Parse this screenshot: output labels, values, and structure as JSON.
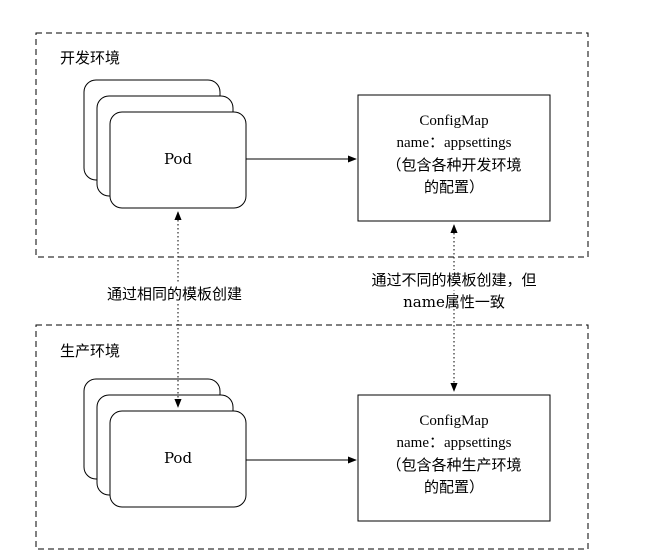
{
  "dev": {
    "env_label": "开发环境",
    "pod_label": "Pod",
    "configmap": {
      "title": "ConfigMap",
      "name_line": "name：appsettings",
      "desc_line1": "（包含各种开发环境",
      "desc_line2": "的配置）"
    }
  },
  "prod": {
    "env_label": "生产环境",
    "pod_label": "Pod",
    "configmap": {
      "title": "ConfigMap",
      "name_line": "name：appsettings",
      "desc_line1": "（包含各种生产环境",
      "desc_line2": "的配置）"
    }
  },
  "annotations": {
    "same_template": "通过相同的模板创建",
    "different_template_line1": "通过不同的模板创建，但",
    "different_template_line2": "name属性一致"
  }
}
